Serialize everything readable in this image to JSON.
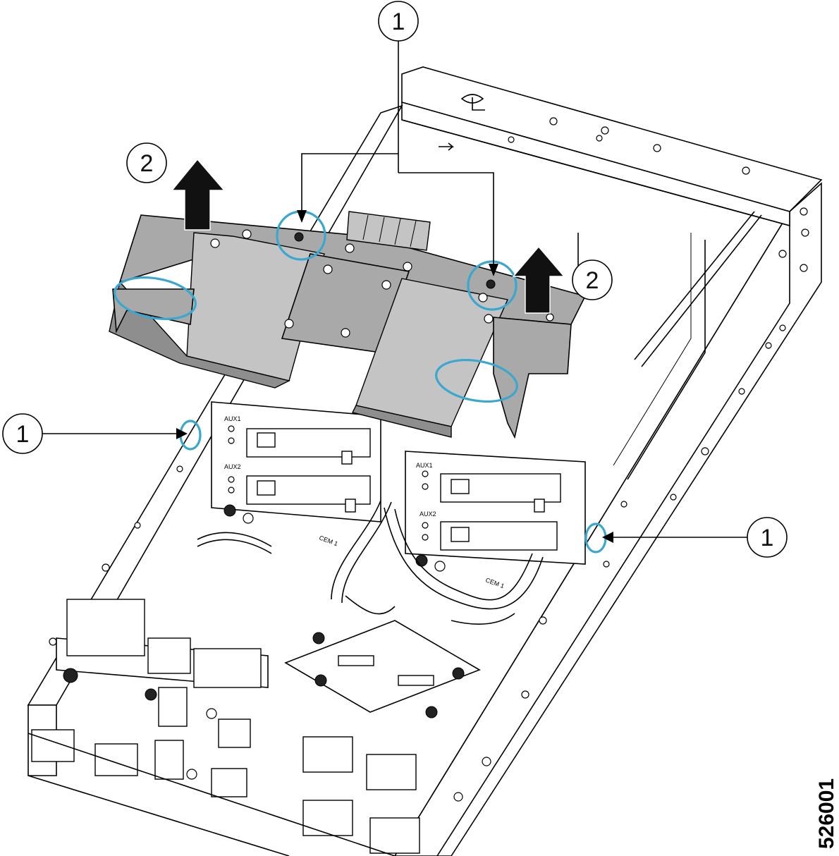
{
  "figure": {
    "figure_number": "526001",
    "callouts": [
      {
        "id": "callout-1-top",
        "label": "1"
      },
      {
        "id": "callout-2-left",
        "label": "2"
      },
      {
        "id": "callout-2-right",
        "label": "2"
      },
      {
        "id": "callout-1-left",
        "label": "1"
      },
      {
        "id": "callout-1-right",
        "label": "1"
      }
    ],
    "board_labels": {
      "aux1_left": "AUX1",
      "aux2_left": "AUX2",
      "aux1_right": "AUX1",
      "aux2_right": "AUX2",
      "cem_left": "CEM 1",
      "cem_right": "CEM 1"
    },
    "colors": {
      "highlight": "#3aa7cf",
      "air_duct": "#a9a9a9",
      "line": "#000000"
    }
  }
}
